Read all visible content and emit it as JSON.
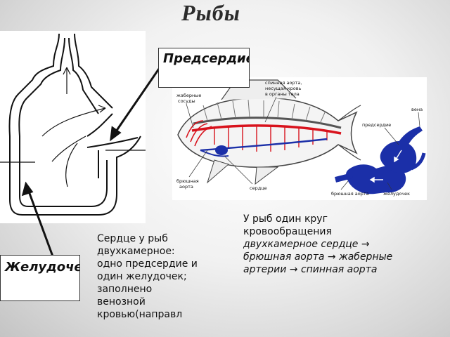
{
  "title": "Рыбы",
  "labels": {
    "atrium": "Предсердие",
    "ventricle": "Желудочек"
  },
  "fish_diagram": {
    "spinal_aorta": "спинная аорта, несущая кровь в органы тела",
    "gill_vessels": "жаберные сосуды",
    "ventral_aorta": "брюшная аорта",
    "heart": "сердце",
    "atrium": "предсердие",
    "vein": "вена",
    "ventral_aorta_2": "брюшная аорта",
    "ventricle": "желудочек"
  },
  "heart_text": "Сердце у рыб двухкамерное: одно предсердие и один желудочек; заполнено венозной кровью(направл",
  "circulation": {
    "intro": "У рыб один круг кровообращения",
    "path": "двухкамерное сердце → брюшная аорта → жаберные артерии → спинная аорта"
  },
  "colors": {
    "artery_red": "#d8121c",
    "vein_blue": "#1b2fa8",
    "outline": "#222222"
  }
}
